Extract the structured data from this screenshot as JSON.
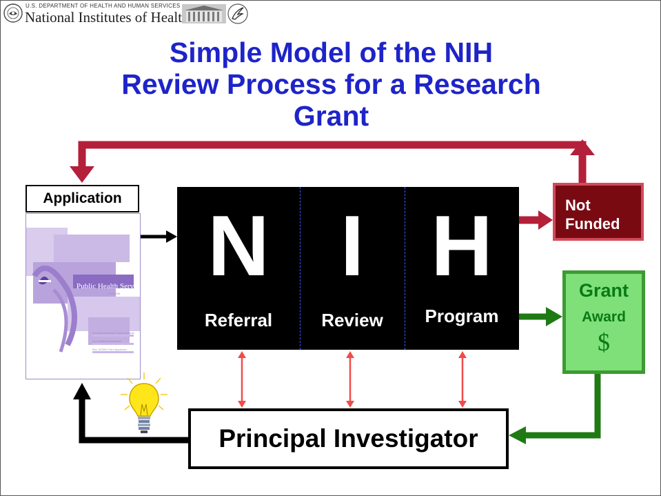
{
  "header": {
    "department": "U.S. DEPARTMENT OF HEALTH AND HUMAN SERVICES",
    "organization": "National Institutes of Health",
    "seal_icon": "nih-seal-icon",
    "building_icon": "building-icon",
    "hhs_icon": "hhs-eagle-icon"
  },
  "title": {
    "line1": "Simple Model of the NIH",
    "line2": "Review Process for a Research",
    "line3": "Grant"
  },
  "application": {
    "label": "Application",
    "document_title": "Public Health Service Grant",
    "document_subtitle": "PHS 398",
    "document_lines": [
      "Includes Research Career Awards",
      "and Institutional Awards",
      "Rev. 5/2001 Form Approved"
    ]
  },
  "nih": {
    "letters": [
      "N",
      "I",
      "H"
    ],
    "stages": [
      "Referral",
      "Review",
      "Program"
    ]
  },
  "not_funded": {
    "line1": "Not",
    "line2": "Funded"
  },
  "grant_award": {
    "line1": "Grant",
    "line2": "Award",
    "symbol": "$"
  },
  "principal_investigator": {
    "label": "Principal Investigator"
  },
  "idea_icon": "lightbulb-icon",
  "colors": {
    "title": "#1e24c8",
    "not_funded_arrow": "#b41f3a",
    "not_funded_fill": "#7a0a12",
    "grant_arrow": "#1f7a14",
    "grant_fill": "#7fe07a",
    "pi_arrows": "#f04b4b",
    "nih_block": "#000000"
  }
}
